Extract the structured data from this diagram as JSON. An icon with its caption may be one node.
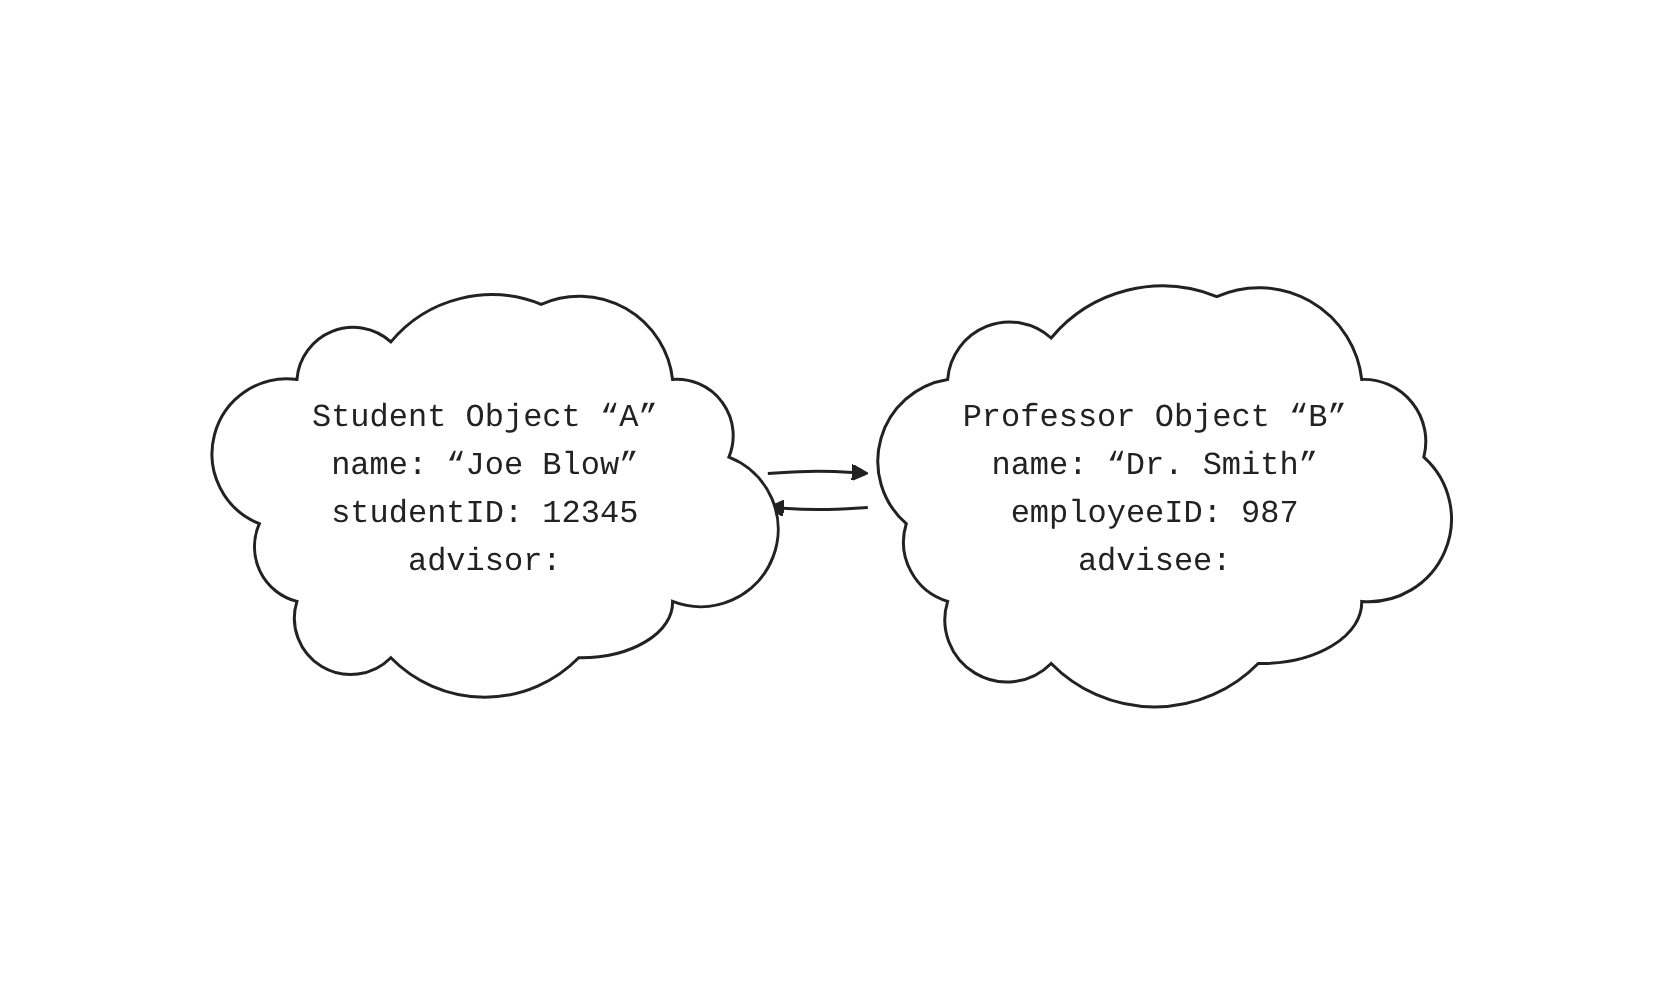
{
  "diagram": {
    "nodes": [
      {
        "text": [
          "Student Object “A”",
          "name: “Joe Blow”",
          "studentID: 12345",
          "advisor:"
        ]
      },
      {
        "text": [
          "Professor Object “B”",
          "name: “Dr. Smith”",
          "employeeID: 987",
          "advisee:"
        ]
      }
    ],
    "edges": [
      {
        "from": 0,
        "to": 1,
        "arrow": "to"
      },
      {
        "from": 1,
        "to": 0,
        "arrow": "to"
      }
    ]
  }
}
